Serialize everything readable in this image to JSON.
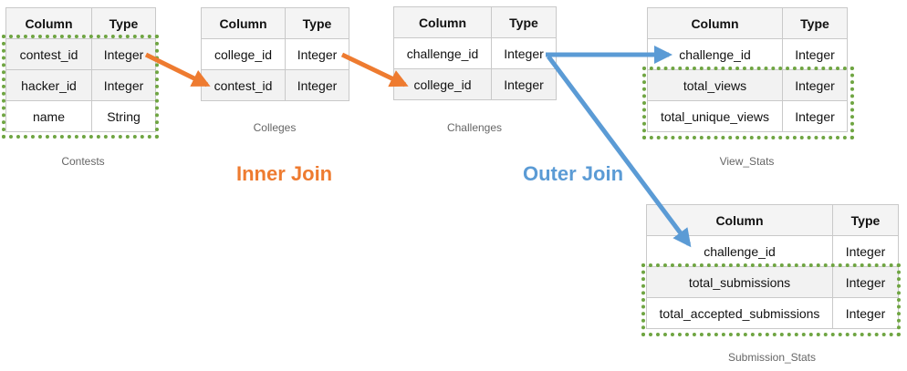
{
  "colors": {
    "inner_join": "#ee7b30",
    "outer_join": "#5b9bd5",
    "highlight": "#6fa542",
    "border": "#c9c9c9"
  },
  "labels": {
    "inner_join": "Inner Join",
    "outer_join": "Outer Join"
  },
  "tables": {
    "contests": {
      "caption": "Contests",
      "headers": [
        "Column",
        "Type"
      ],
      "rows": [
        [
          "contest_id",
          "Integer"
        ],
        [
          "hacker_id",
          "Integer"
        ],
        [
          "name",
          "String"
        ]
      ]
    },
    "colleges": {
      "caption": "Colleges",
      "headers": [
        "Column",
        "Type"
      ],
      "rows": [
        [
          "college_id",
          "Integer"
        ],
        [
          "contest_id",
          "Integer"
        ]
      ]
    },
    "challenges": {
      "caption": "Challenges",
      "headers": [
        "Column",
        "Type"
      ],
      "rows": [
        [
          "challenge_id",
          "Integer"
        ],
        [
          "college_id",
          "Integer"
        ]
      ]
    },
    "view_stats": {
      "caption": "View_Stats",
      "headers": [
        "Column",
        "Type"
      ],
      "rows": [
        [
          "challenge_id",
          "Integer"
        ],
        [
          "total_views",
          "Integer"
        ],
        [
          "total_unique_views",
          "Integer"
        ]
      ]
    },
    "submission_stats": {
      "caption": "Submission_Stats",
      "headers": [
        "Column",
        "Type"
      ],
      "rows": [
        [
          "challenge_id",
          "Integer"
        ],
        [
          "total_submissions",
          "Integer"
        ],
        [
          "total_accepted_submissions",
          "Integer"
        ]
      ]
    }
  }
}
